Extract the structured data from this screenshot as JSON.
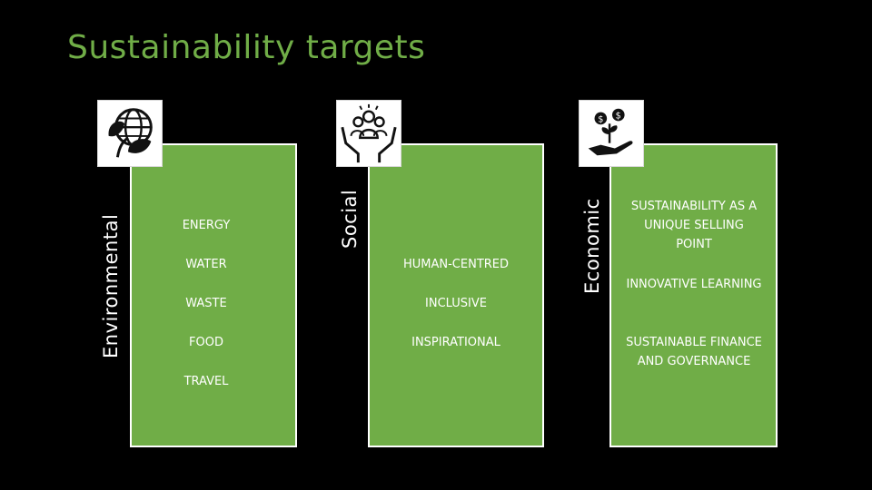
{
  "title": "Sustainability targets",
  "colors": {
    "panel": "#70ad47",
    "title": "#70ad47",
    "background": "#000000",
    "text": "#ffffff"
  },
  "columns": [
    {
      "label": "Environmental",
      "icon": "globe-leaf-icon",
      "items": [
        "ENERGY",
        "WATER",
        "WASTE",
        "FOOD",
        "TRAVEL"
      ]
    },
    {
      "label": "Social",
      "icon": "people-hands-icon",
      "items": [
        "HUMAN-CENTRED",
        "INCLUSIVE",
        "INSPIRATIONAL"
      ]
    },
    {
      "label": "Economic",
      "icon": "money-plant-hand-icon",
      "items": [
        "SUSTAINABILITY AS A UNIQUE SELLING POINT",
        "INNOVATIVE LEARNING",
        "SUSTAINABLE FINANCE AND GOVERNANCE"
      ]
    }
  ]
}
